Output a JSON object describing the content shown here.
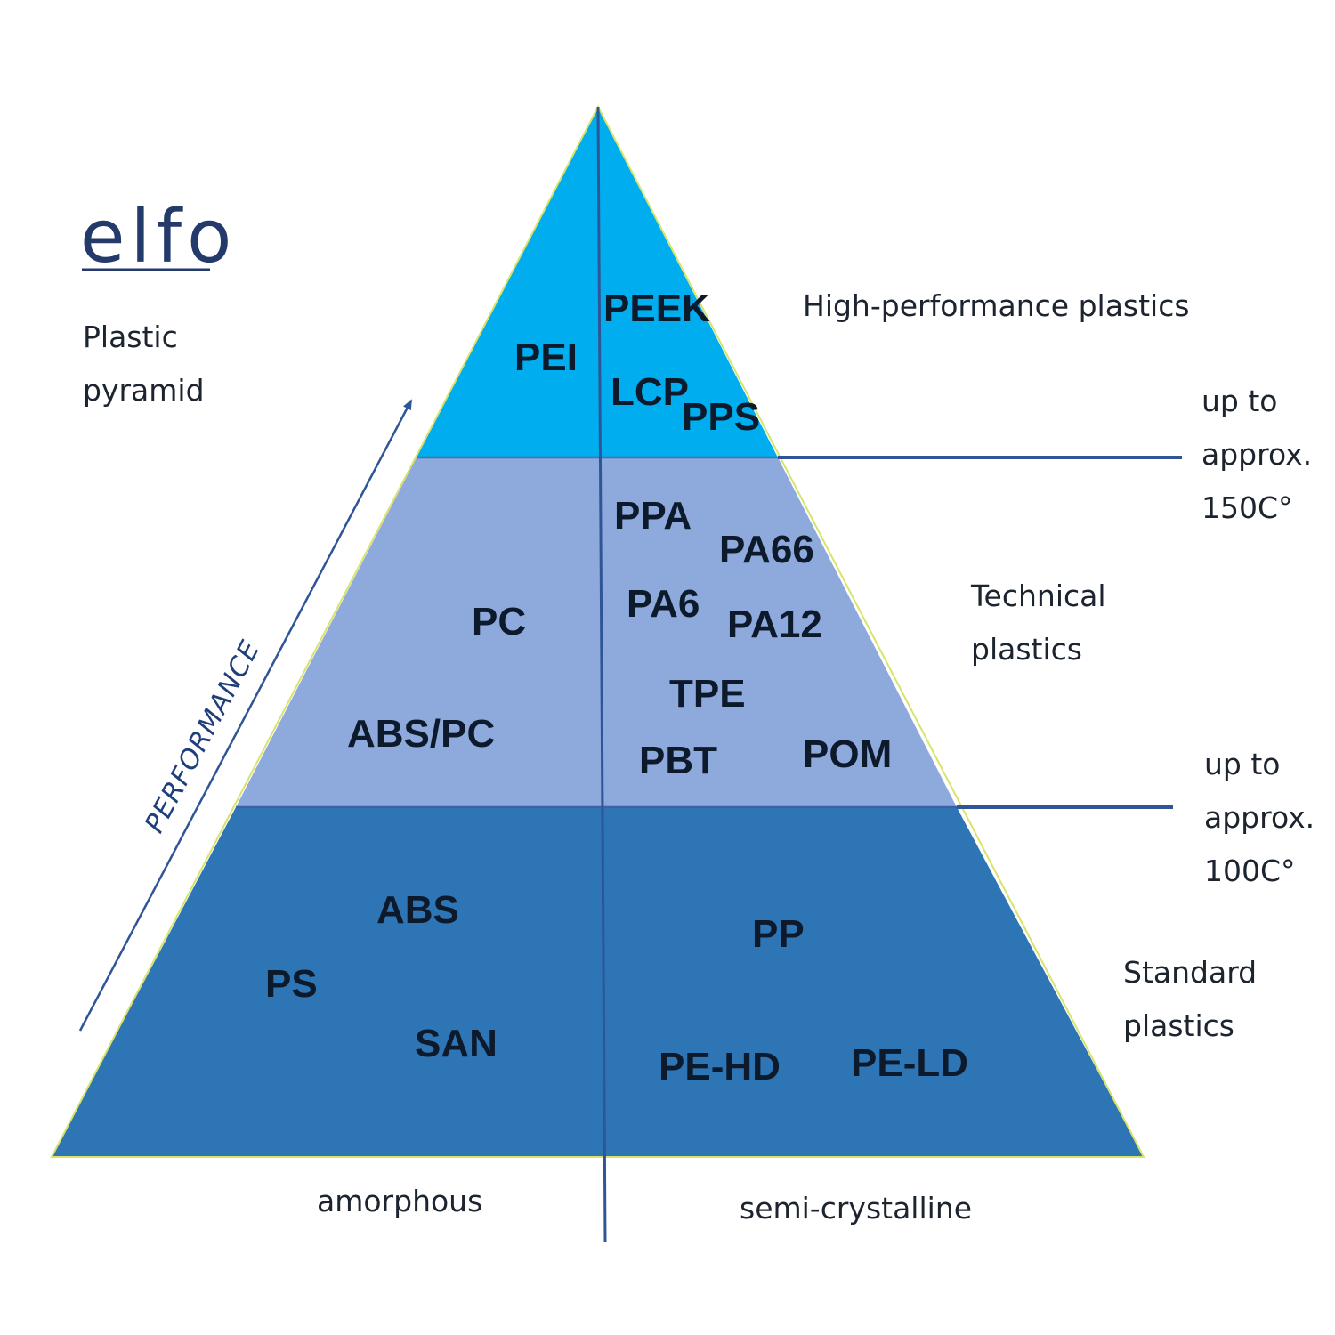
{
  "brand": {
    "name": "elfo",
    "subtitle_line1": "Plastic",
    "subtitle_line2": "pyramid"
  },
  "axis": {
    "performance": "PERFORMANCE"
  },
  "columns": {
    "left": "amorphous",
    "right": "semi-crystalline"
  },
  "tiers": {
    "top": {
      "name": "High-performance plastics",
      "color": "#00aeef",
      "amorphous": [
        "PEI"
      ],
      "semi_crystalline": [
        "PEEK",
        "LCP",
        "PPS"
      ]
    },
    "middle": {
      "name_line1": "Technical",
      "name_line2": "plastics",
      "color": "#8eaadc",
      "amorphous": [
        "PC",
        "ABS/PC"
      ],
      "semi_crystalline": [
        "PPA",
        "PA66",
        "PA6",
        "PA12",
        "TPE",
        "PBT",
        "POM"
      ]
    },
    "bottom": {
      "name_line1": "Standard",
      "name_line2": "plastics",
      "color": "#2e75b6",
      "amorphous": [
        "ABS",
        "PS",
        "SAN"
      ],
      "semi_crystalline": [
        "PP",
        "PE-HD",
        "PE-LD"
      ]
    }
  },
  "thresholds": {
    "upper": {
      "line1": "up to",
      "line2": "approx.",
      "line3": "150C°"
    },
    "lower": {
      "line1": "up to",
      "line2": "approx.",
      "line3": "100C°"
    }
  },
  "colors": {
    "line": "#2f5597",
    "border": "#d9e36a"
  }
}
